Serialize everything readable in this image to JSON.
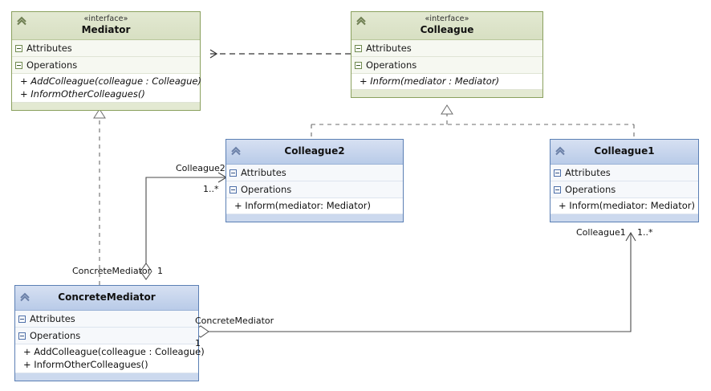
{
  "diagram": {
    "title": "Mediator Pattern Class Diagram",
    "colors": {
      "interface_border": "#8aa05e",
      "interface_header": "#d7dfc2",
      "class_border": "#5b7fb4",
      "class_header": "#b9cbe8",
      "edge": "#4a4a4a"
    }
  },
  "classes": [
    {
      "id": "mediator",
      "stereotype": "«interface»",
      "name": "Mediator",
      "attributes_label": "Attributes",
      "operations_label": "Operations",
      "operations": [
        "+ AddColleague(colleague : Colleague)",
        "+ InformOtherColleagues()"
      ],
      "italic": true
    },
    {
      "id": "colleague",
      "stereotype": "«interface»",
      "name": "Colleague",
      "attributes_label": "Attributes",
      "operations_label": "Operations",
      "operations": [
        "+ Inform(mediator : Mediator)"
      ],
      "italic": true
    },
    {
      "id": "colleague2",
      "stereotype": "",
      "name": "Colleague2",
      "attributes_label": "Attributes",
      "operations_label": "Operations",
      "operations": [
        "+ Inform(mediator: Mediator)"
      ],
      "italic": false
    },
    {
      "id": "colleague1",
      "stereotype": "",
      "name": "Colleague1",
      "attributes_label": "Attributes",
      "operations_label": "Operations",
      "operations": [
        "+ Inform(mediator: Mediator)"
      ],
      "italic": false
    },
    {
      "id": "concretemediator",
      "stereotype": "",
      "name": "ConcreteMediator",
      "attributes_label": "Attributes",
      "operations_label": "Operations",
      "operations": [
        "+ AddColleague(colleague : Colleague)",
        "+ InformOtherColleagues()"
      ],
      "italic": false
    }
  ],
  "edge_labels": {
    "colleague2_role": "Colleague2",
    "colleague2_mult": "1..*",
    "concretemediator_role_left": "ConcreteMediator",
    "concretemediator_mult_left": "1",
    "colleague1_role": "Colleague1",
    "colleague1_mult": "1..*",
    "concretemediator_role_bottom": "ConcreteMediator",
    "concretemediator_mult_bottom": "1"
  },
  "relationships": [
    {
      "from": "colleague",
      "to": "mediator",
      "type": "dependency"
    },
    {
      "from": "concretemediator",
      "to": "mediator",
      "type": "realization"
    },
    {
      "from": "colleague2",
      "to": "colleague",
      "type": "realization"
    },
    {
      "from": "colleague1",
      "to": "colleague",
      "type": "realization"
    },
    {
      "from": "concretemediator",
      "to": "colleague2",
      "type": "aggregation"
    },
    {
      "from": "concretemediator",
      "to": "colleague1",
      "type": "aggregation"
    }
  ]
}
